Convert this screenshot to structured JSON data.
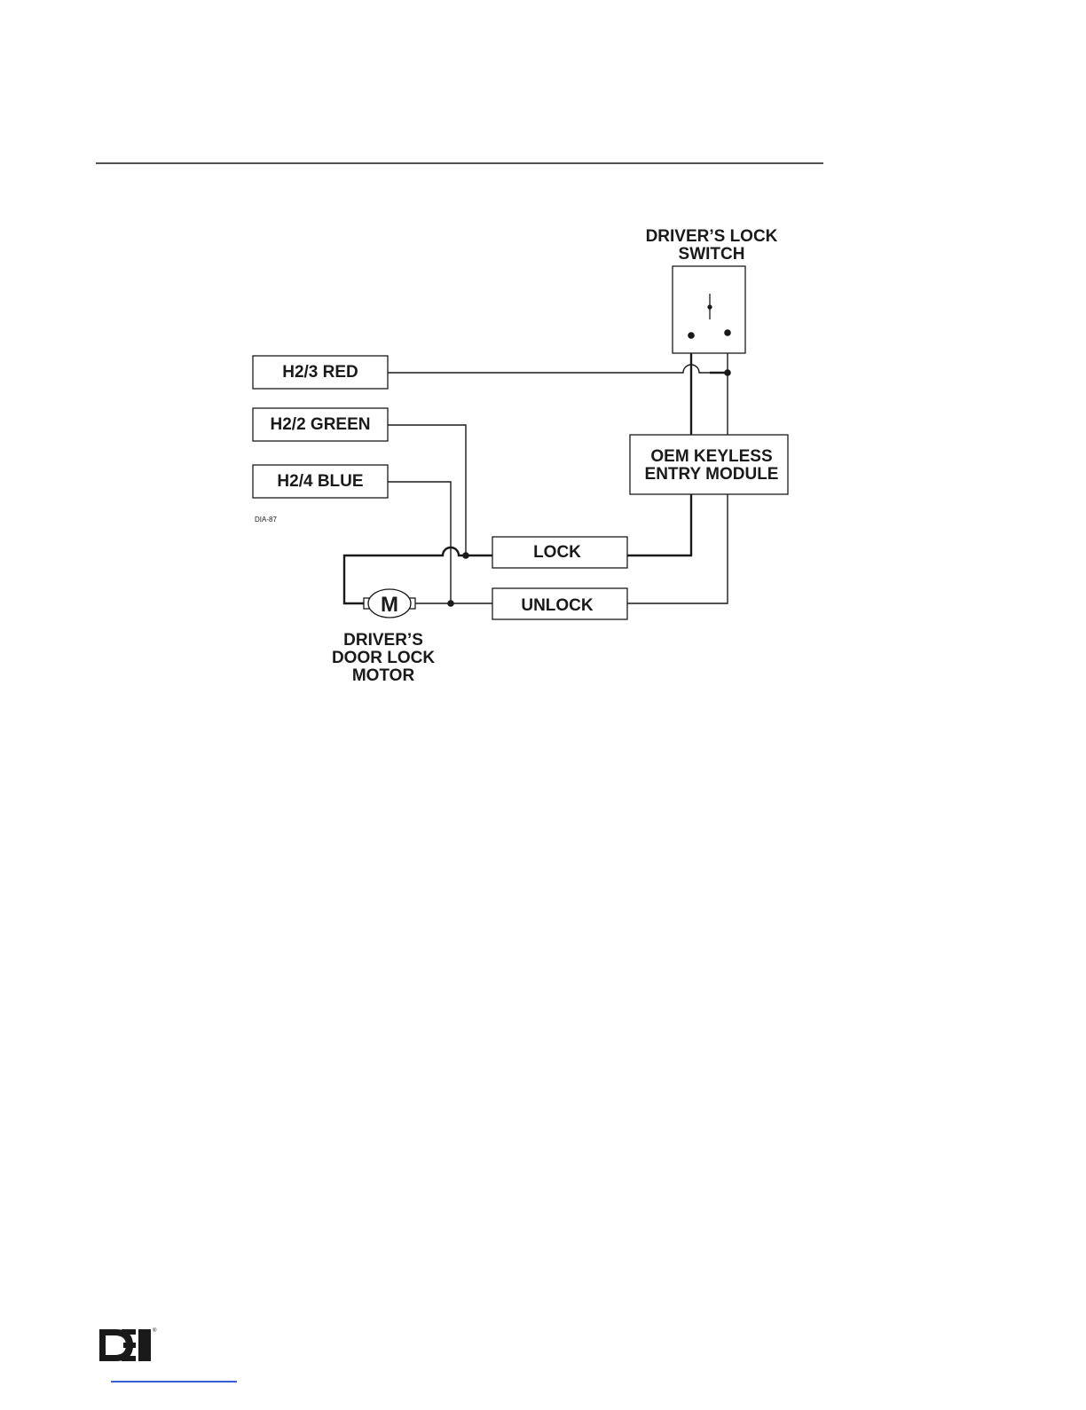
{
  "diagram": {
    "figure_id": "DIA-87",
    "boxes": {
      "h2_3": "H2/3 RED",
      "h2_2": "H2/2 GREEN",
      "h2_4": "H2/4 BLUE",
      "lock": "LOCK",
      "unlock": "UNLOCK",
      "oem_line1": "OEM KEYLESS",
      "oem_line2": "ENTRY MODULE"
    },
    "switch_title_line1": "DRIVER’S LOCK",
    "switch_title_line2": "SWITCH",
    "motor_symbol": "M",
    "motor_label_line1": "DRIVER’S",
    "motor_label_line2": "DOOR LOCK",
    "motor_label_line3": "MOTOR"
  },
  "footer": {
    "logo_text": "DEI",
    "logo_mark": "®",
    "link_color": "#3a5fd0"
  }
}
